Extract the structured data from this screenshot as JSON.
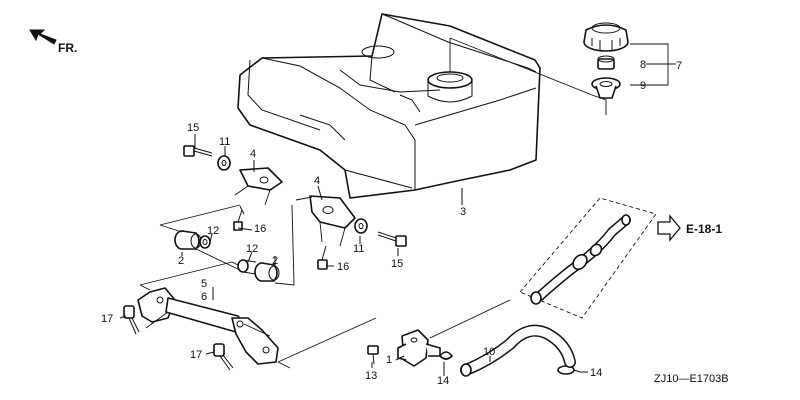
{
  "diagram": {
    "direction_label": "FR.",
    "reference_label": "E-18-1",
    "code": "ZJ10—E1703B",
    "callouts": [
      {
        "id": "c1",
        "text": "1"
      },
      {
        "id": "c2a",
        "text": "2"
      },
      {
        "id": "c2b",
        "text": "2"
      },
      {
        "id": "c3",
        "text": "3"
      },
      {
        "id": "c4a",
        "text": "4"
      },
      {
        "id": "c4b",
        "text": "4"
      },
      {
        "id": "c5",
        "text": "5"
      },
      {
        "id": "c6",
        "text": "6"
      },
      {
        "id": "c7",
        "text": "7"
      },
      {
        "id": "c8",
        "text": "8"
      },
      {
        "id": "c9",
        "text": "9"
      },
      {
        "id": "c10",
        "text": "10"
      },
      {
        "id": "c11a",
        "text": "11"
      },
      {
        "id": "c11b",
        "text": "11"
      },
      {
        "id": "c12a",
        "text": "12"
      },
      {
        "id": "c12b",
        "text": "12"
      },
      {
        "id": "c13",
        "text": "13"
      },
      {
        "id": "c14a",
        "text": "14"
      },
      {
        "id": "c14b",
        "text": "14"
      },
      {
        "id": "c15a",
        "text": "15"
      },
      {
        "id": "c15b",
        "text": "15"
      },
      {
        "id": "c16a",
        "text": "16"
      },
      {
        "id": "c16b",
        "text": "16"
      },
      {
        "id": "c17a",
        "text": "17"
      },
      {
        "id": "c17b",
        "text": "17"
      }
    ]
  }
}
